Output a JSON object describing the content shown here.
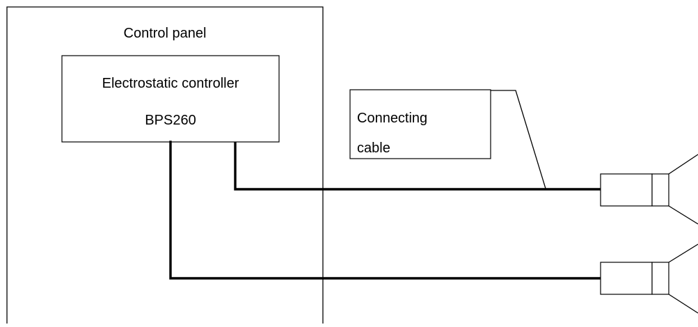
{
  "control_panel": {
    "label": "Control panel"
  },
  "controller": {
    "name": "Electrostatic controller",
    "model": "BPS260"
  },
  "callout": {
    "line1": "Connecting",
    "line2": "cable"
  }
}
